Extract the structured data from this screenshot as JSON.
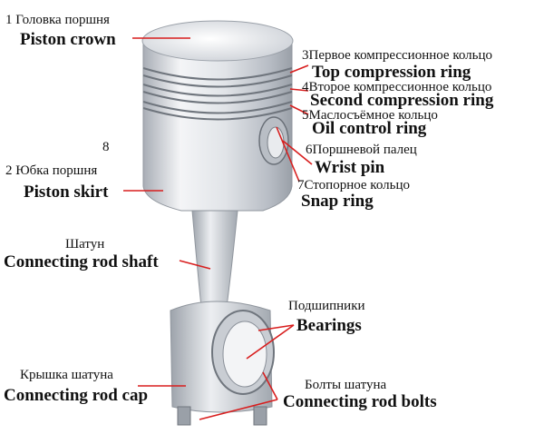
{
  "labels": {
    "crown": {
      "num": "1",
      "ru": "Головка поршня",
      "en": "Piston crown"
    },
    "skirt": {
      "num": "2",
      "ru": "Юбка поршня",
      "en": "Piston skirt"
    },
    "top_ring": {
      "num": "3",
      "ru": "Первое компрессионное кольцо",
      "en": "Top compression ring"
    },
    "second_ring": {
      "num": "4",
      "ru": "Второе компрессионное кольцо",
      "en": "Second compression ring"
    },
    "oil_ring": {
      "num": "5",
      "ru": "Маслосъёмное кольцо",
      "en": "Oil control ring"
    },
    "wrist_pin": {
      "num": "6",
      "ru": "Поршневой палец",
      "en": "Wrist pin"
    },
    "snap_ring": {
      "num": "7",
      "ru": "Стопорное кольцо",
      "en": "Snap ring"
    },
    "floating_num": "8",
    "rod_shaft": {
      "ru": "Шатун",
      "en": "Connecting rod shaft"
    },
    "bearings": {
      "ru": "Подшипники",
      "en": "Bearings"
    },
    "rod_cap": {
      "ru": "Крышка шатуна",
      "en": "Connecting rod cap"
    },
    "rod_bolts": {
      "ru": "Болты шатуна",
      "en": "Connecting rod bolts"
    }
  },
  "colors": {
    "leader": "#d81e1e",
    "metal_light": "#eef0f3",
    "metal_mid": "#c4c9d1",
    "metal_dark": "#8a9099"
  }
}
